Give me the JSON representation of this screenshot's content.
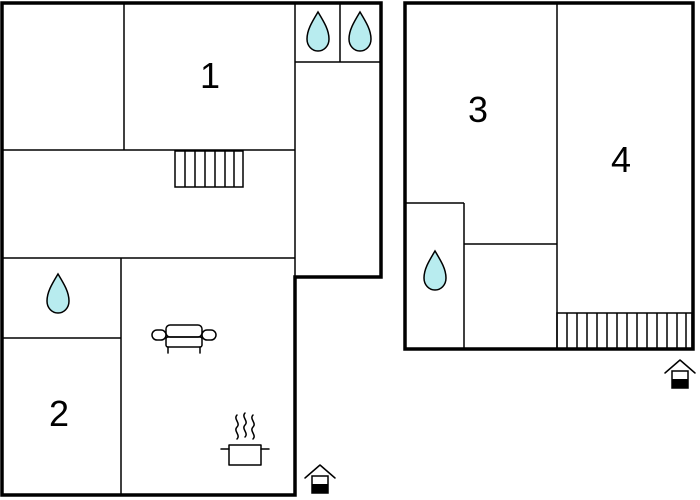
{
  "floor_plan": {
    "rooms": [
      {
        "label": "1"
      },
      {
        "label": "2"
      },
      {
        "label": "3"
      },
      {
        "label": "4"
      }
    ],
    "icons": [
      "water-drop-icon",
      "sofa-icon",
      "cooking-pot-icon",
      "entrance-icon"
    ],
    "colors": {
      "walls": "#000000",
      "water": "#b8ecef",
      "background": "#ffffff"
    }
  }
}
